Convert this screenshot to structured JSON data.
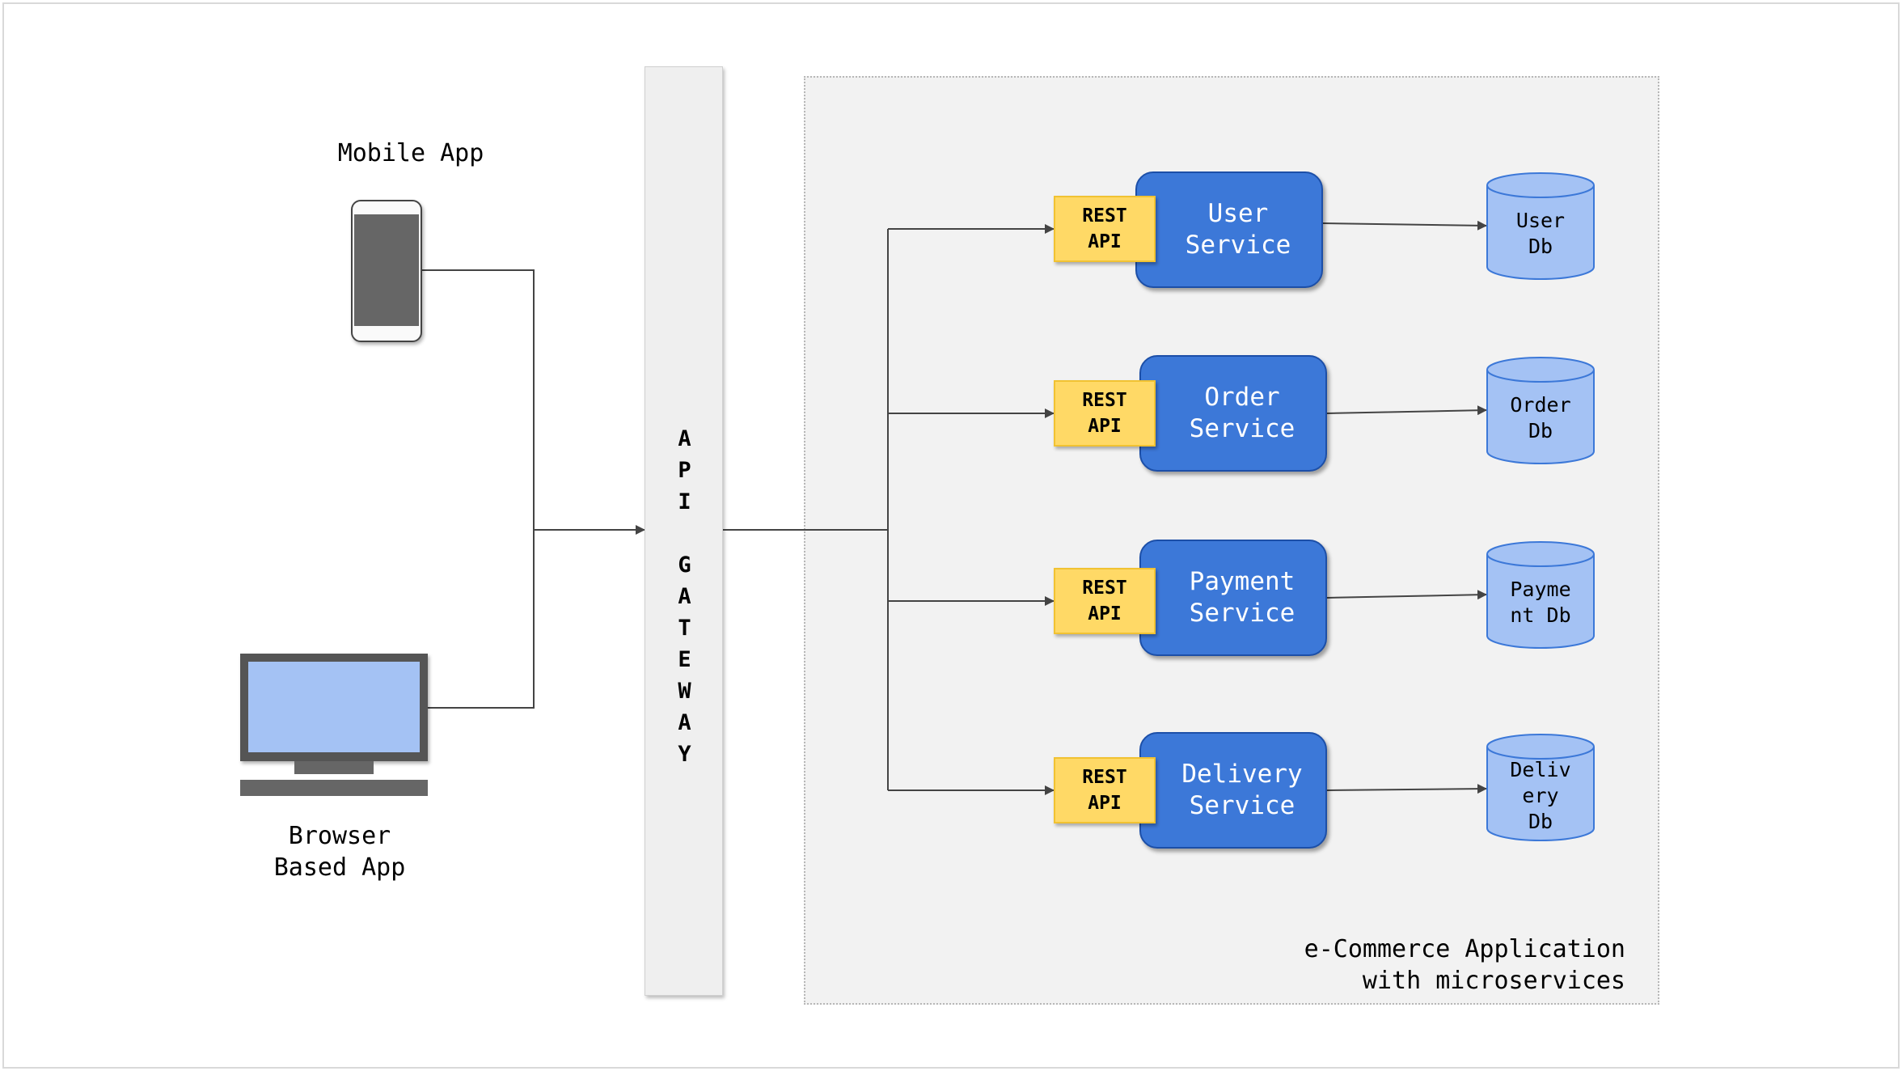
{
  "clients": {
    "mobile_label": "Mobile App",
    "browser_label": "Browser\nBased App"
  },
  "gateway": {
    "label": "A\nP\nI\n\nG\nA\nT\nE\nW\nA\nY"
  },
  "boundary": {
    "label": "e-Commerce Application\nwith microservices"
  },
  "services": [
    {
      "name": "User\nService",
      "api": "REST\nAPI",
      "db": "User\nDb"
    },
    {
      "name": "Order\nService",
      "api": "REST\nAPI",
      "db": "Order\nDb"
    },
    {
      "name": "Payment\nService",
      "api": "REST\nAPI",
      "db": "Payme\nnt Db"
    },
    {
      "name": "Delivery\nService",
      "api": "REST\nAPI",
      "db": "Deliv\nery\nDb"
    }
  ],
  "colors": {
    "service_fill": "#3c78d8",
    "api_fill": "#ffd966",
    "db_fill": "#a4c2f4",
    "boundary_fill": "#f2f2f2",
    "connector": "#444444"
  }
}
